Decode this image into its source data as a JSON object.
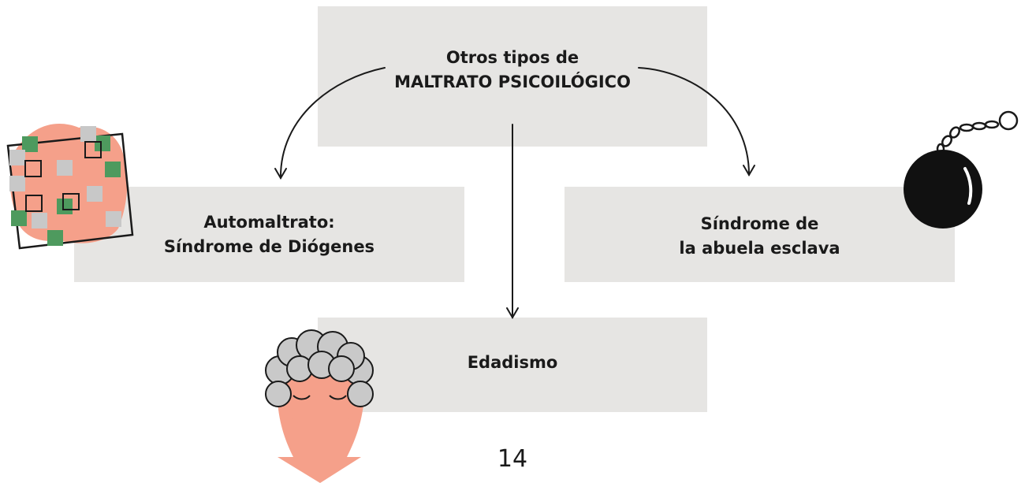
{
  "diagram": {
    "root": {
      "lines": [
        "Otros tipos de",
        "MALTRATO PSICOILÓGICO"
      ]
    },
    "children": [
      {
        "id": "left",
        "lines": [
          "Automaltrato:",
          "Síndrome de Diógenes"
        ]
      },
      {
        "id": "right",
        "lines": [
          "Síndrome de",
          "la abuela esclava"
        ]
      },
      {
        "id": "bottom",
        "lines": [
          "Edadismo"
        ]
      }
    ]
  },
  "illustrations": [
    {
      "name": "cluttered-squares-illustration"
    },
    {
      "name": "ball-and-chain-illustration"
    },
    {
      "name": "elderly-woman-illustration"
    }
  ],
  "colors": {
    "box_fill": "#e6e5e3",
    "text": "#1a1a1a",
    "salmon": "#f5a08a",
    "green": "#4e9a5e",
    "gray": "#c8c8c8",
    "hair": "#c9c9c9"
  },
  "page_number": "14"
}
